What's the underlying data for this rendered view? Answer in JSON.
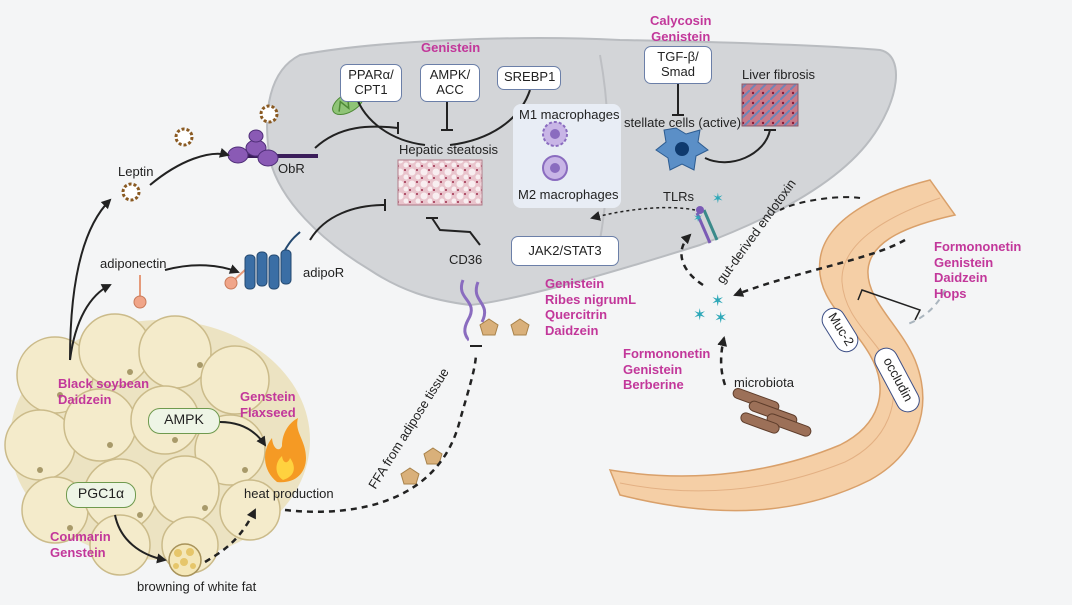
{
  "top_left": {
    "leptin": "Leptin",
    "obr": "ObR",
    "adiponectin": "adiponectin",
    "adipor": "adipoR"
  },
  "liver": {
    "compounds_top": [
      "Genistein"
    ],
    "box_ppar": [
      "PPARα/",
      "CPT1"
    ],
    "box_ampk": [
      "AMPK/",
      "ACC"
    ],
    "box_srebp": "SREBP1",
    "hepatic_steatosis": "Hepatic steatosis",
    "cd36": "CD36",
    "m1": "M1 macrophages",
    "m2": "M2 macrophages",
    "jak": "JAK2/STAT3",
    "jak_compounds": [
      "Genistein",
      "Ribes nigrumL",
      "Quercitrin",
      "Daidzein"
    ],
    "tlrs": "TLRs",
    "stellate": "stellate cells  (active)",
    "fibrosis": "Liver fibrosis",
    "tgf_compounds": [
      "Calycosin",
      "Genistein"
    ],
    "box_tgf": [
      "TGF-β/",
      "Smad"
    ]
  },
  "adipose": {
    "compounds_soy": [
      "Black soybean",
      "Daidzein"
    ],
    "ampk": "AMPK",
    "pgc": "PGC1α",
    "compounds_heat": [
      "Genstein",
      "Flaxseed"
    ],
    "heat": "heat production",
    "compounds_browning": [
      "Coumarin",
      "Genstein"
    ],
    "browning": "browning of white fat",
    "ffa": "FFA from adipose tissue"
  },
  "gut": {
    "endotoxin": "gut-derived endotoxin",
    "compounds_right": [
      "Formononetin",
      "Genistein",
      "Daidzein",
      "Hops"
    ],
    "compounds_left": [
      "Formononetin",
      "Genistein",
      "Berberine"
    ],
    "microbiota": "microbiota",
    "muc2": "Muc-2",
    "occludin": "occludin"
  },
  "colors": {
    "compound": "#c2379a",
    "liver": "#d3d5d8",
    "box_border": "#6b7fa8",
    "green_border": "#6f9a4e",
    "intestine": "#f5cfa6"
  }
}
